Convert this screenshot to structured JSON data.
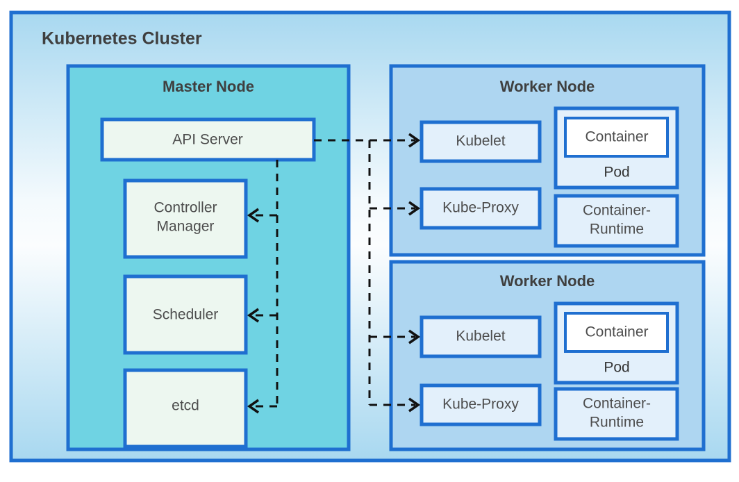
{
  "cluster": {
    "title": "Kubernetes Cluster",
    "border_color": "#1f6fd0",
    "bg_top_color": "#a8d8f0",
    "bg_mid_color": "#fbfdfe",
    "bg_bottom_color": "#a8d8f0"
  },
  "master_node": {
    "title": "Master Node",
    "fill_color": "#6fd3e3",
    "border_color": "#1f6fd0",
    "component_fill": "#edf7f0",
    "components": [
      {
        "label": "API Server"
      },
      {
        "label": "Controller\nManager",
        "line1": "Controller",
        "line2": "Manager"
      },
      {
        "label": "Scheduler"
      },
      {
        "label": "etcd"
      }
    ]
  },
  "worker_nodes": [
    {
      "title": "Worker Node",
      "fill_color": "#aed6f1",
      "border_color": "#1f6fd0",
      "component_fill": "#e3f0fb",
      "components": [
        {
          "label": "Kubelet"
        },
        {
          "label": "Kube-Proxy"
        }
      ],
      "pod": {
        "label": "Pod",
        "container_label": "Container",
        "container_fill": "#ffffff"
      },
      "runtime": {
        "line1": "Container-",
        "line2": "Runtime"
      }
    },
    {
      "title": "Worker Node",
      "fill_color": "#aed6f1",
      "border_color": "#1f6fd0",
      "component_fill": "#e3f0fb",
      "components": [
        {
          "label": "Kubelet"
        },
        {
          "label": "Kube-Proxy"
        }
      ],
      "pod": {
        "label": "Pod",
        "container_label": "Container",
        "container_fill": "#ffffff"
      },
      "runtime": {
        "line1": "Container-",
        "line2": "Runtime"
      }
    }
  ],
  "connections": {
    "line_color": "#111111",
    "style": "dashed",
    "outbound": [
      {
        "from": "API Server",
        "to": "Kubelet (Worker Node 1)"
      },
      {
        "from": "API Server",
        "to": "Kube-Proxy (Worker Node 1)"
      },
      {
        "from": "API Server",
        "to": "Kubelet (Worker Node 2)"
      },
      {
        "from": "API Server",
        "to": "Kube-Proxy (Worker Node 2)"
      }
    ],
    "internal": [
      {
        "from": "API Server",
        "to": "Controller Manager"
      },
      {
        "from": "API Server",
        "to": "Scheduler"
      },
      {
        "from": "API Server",
        "to": "etcd"
      }
    ]
  }
}
